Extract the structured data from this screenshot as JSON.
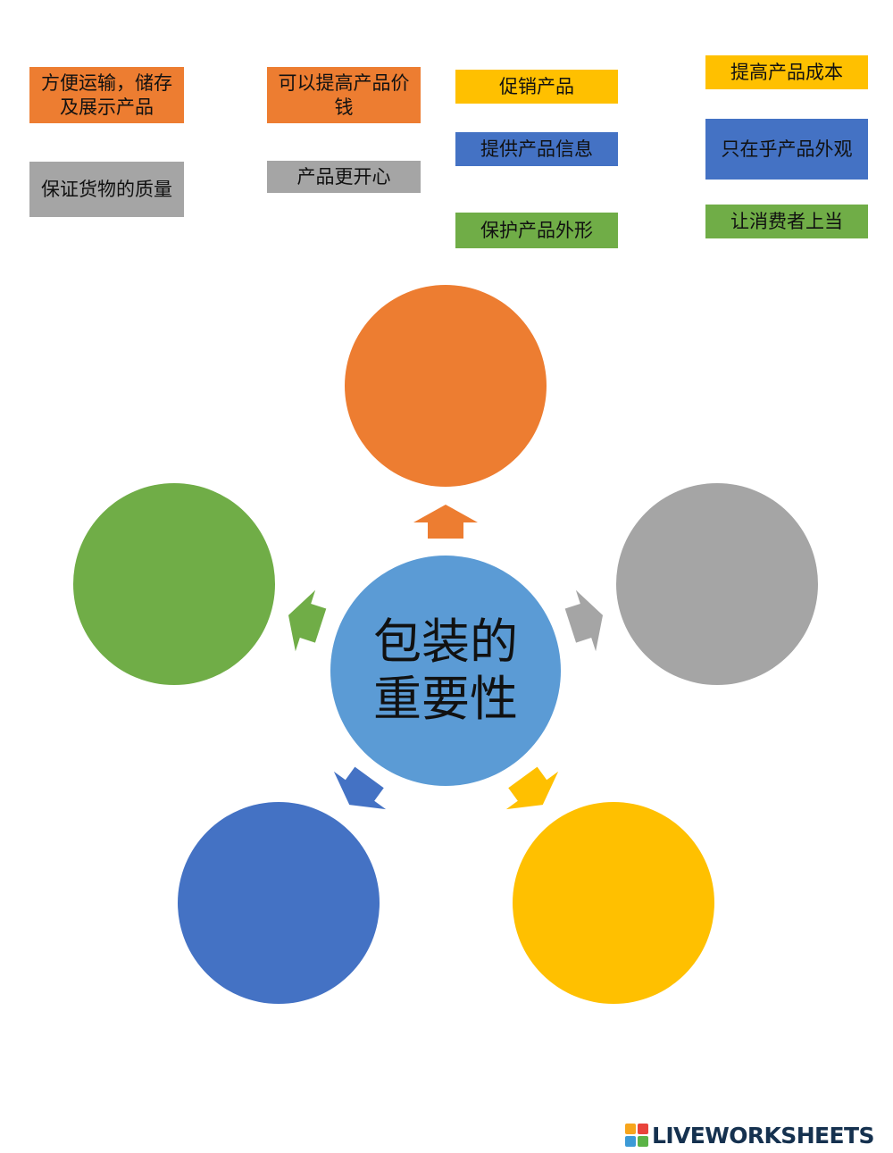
{
  "cards": [
    {
      "id": "card-1",
      "text": "方便运输，储存及展示产品",
      "color": "orange"
    },
    {
      "id": "card-2",
      "text": "可以提高产品价钱",
      "color": "orange"
    },
    {
      "id": "card-3",
      "text": "促销产品",
      "color": "yellow"
    },
    {
      "id": "card-4",
      "text": "提高产品成本",
      "color": "yellow"
    },
    {
      "id": "card-5",
      "text": "提供产品信息",
      "color": "blue"
    },
    {
      "id": "card-6",
      "text": "只在乎产品外观",
      "color": "blue"
    },
    {
      "id": "card-7",
      "text": "保证货物的质量",
      "color": "gray"
    },
    {
      "id": "card-8",
      "text": "产品更开心",
      "color": "gray"
    },
    {
      "id": "card-9",
      "text": "保护产品外形",
      "color": "green"
    },
    {
      "id": "card-10",
      "text": "让消费者上当",
      "color": "green"
    }
  ],
  "center": {
    "line1": "包装的",
    "line2": "重要性",
    "color": "#5B9BD5"
  },
  "targets": {
    "top": "#ED7D31",
    "right": "#A5A5A5",
    "bottom_right": "#FFC000",
    "bottom_left": "#4472C4",
    "left": "#70AD47"
  },
  "footer": {
    "brand": "LIVEWORKSHEETS"
  }
}
